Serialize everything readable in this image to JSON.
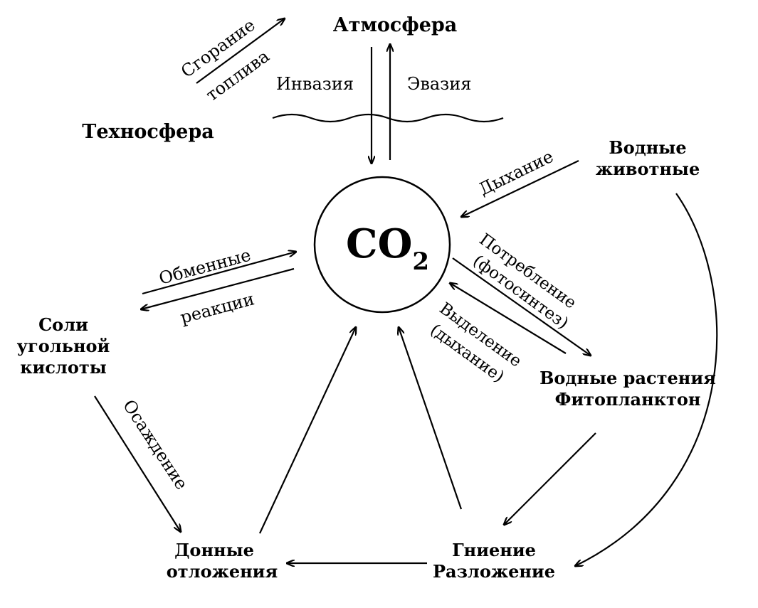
{
  "nodes": {
    "atmosphere": "Атмосфера",
    "technosphere": "Техносфера",
    "co2_main": "CO",
    "co2_sub": "2",
    "water_animals_1": "Водные",
    "water_animals_2": "животные",
    "carbonic_salts_1": "Соли",
    "carbonic_salts_2": "угольной",
    "carbonic_salts_3": "кислоты",
    "water_plants_1": "Водные растения",
    "water_plants_2": "Фитопланктон",
    "bottom_sediments_1": "Донные",
    "bottom_sediments_2": "отложения",
    "decay_1": "Гниение",
    "decay_2": "Разложение"
  },
  "edges": {
    "combustion_1": "Сгорание",
    "combustion_2": "топлива",
    "invasion": "Инвазия",
    "evasion": "Эвазия",
    "respiration": "Дыхание",
    "exchange_1": "Обменные",
    "exchange_2": "реакции",
    "consumption_1": "Потребление",
    "consumption_2": "(фотосинтез)",
    "release_1": "Выделение",
    "release_2": "(дыхание)",
    "precipitation": "Осаждение"
  }
}
